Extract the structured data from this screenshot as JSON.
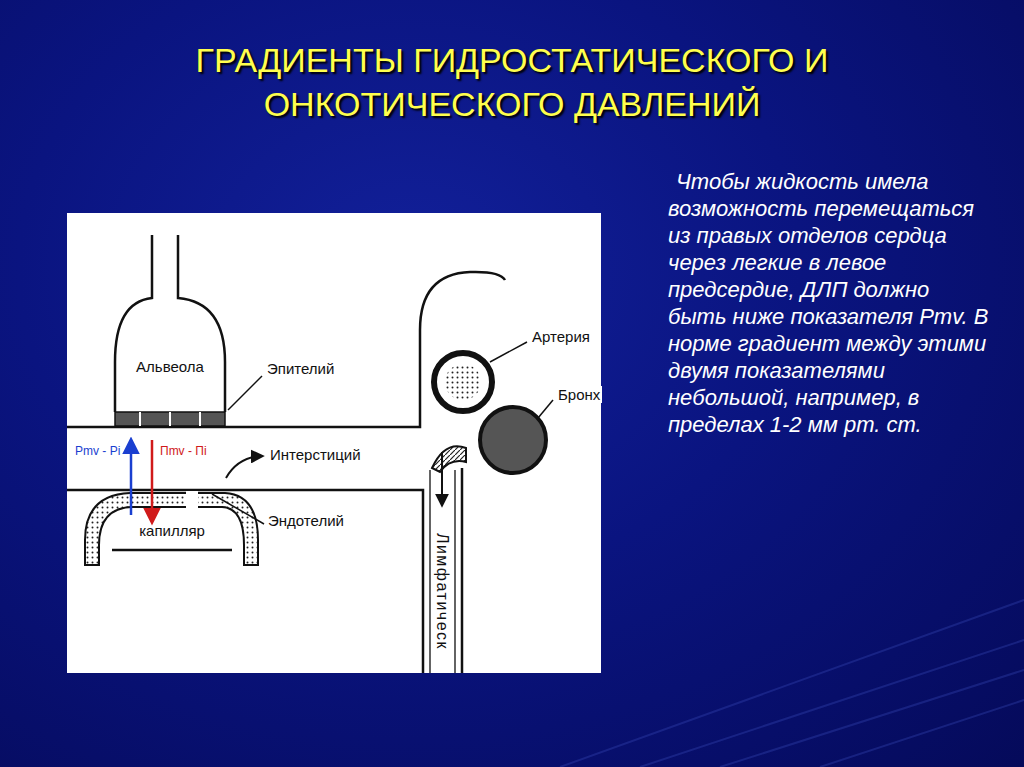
{
  "diagram": {
    "title": "ГРАДИЕНТЫ ГИДРОСТАТИЧЕСКОГО И ОНКОТИЧЕСКОГО ДАВЛЕНИЙ",
    "nodes": [
      {
        "text": [
          "Альвеола"
        ]
      },
      {
        "text": [
          "капилляр"
        ]
      },
      {
        "text": [
          "Лимфатическ"
        ]
      }
    ],
    "labels": [
      "Чтобы жидкость имела возможность перемещаться из правых отделов сердца через легкие в левое предсердие, ДЛП должно быть ниже показателя Pmv. В норме градиент между этими двумя показателями небольшой, например, в пределах 1-2 мм рт. ст.",
      "Эпителий",
      "Артерия",
      "Бронх",
      "Pmv - Pi",
      "Пmv - Пi",
      "Интерстиций",
      "Эндотелий"
    ]
  }
}
